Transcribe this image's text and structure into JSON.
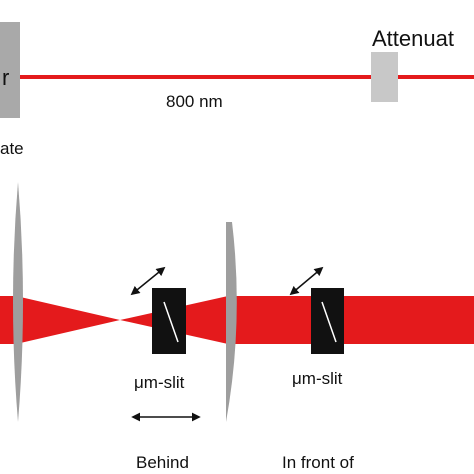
{
  "labels": {
    "laser_fragment": "r",
    "plate_fragment": "ate",
    "wavelength": "800 nm",
    "attenuator_fragment": "Attenuat",
    "slit_left": "μm-slit",
    "slit_right": "μm-slit",
    "behind_fragment": "Behind",
    "in_front_fragment": "In front of"
  },
  "colors": {
    "beam": "#e41a1c",
    "optic_gray": "#b3b3b3",
    "lens_gray": "#9e9e9e",
    "slit_body": "#111111",
    "arrow": "#111111"
  }
}
